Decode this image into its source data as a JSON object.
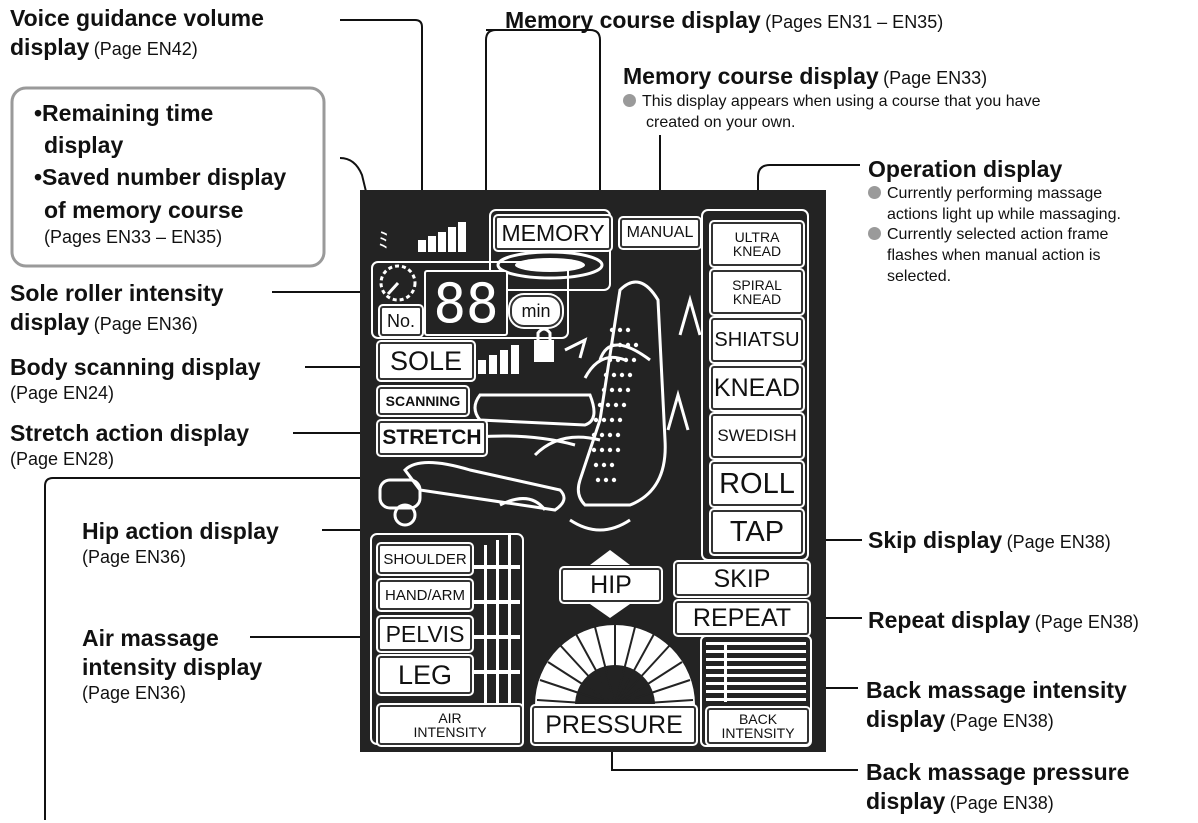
{
  "callouts": {
    "voice_guidance": {
      "title": "Voice guidance volume",
      "title2": "display",
      "page": "(Page EN42)"
    },
    "memory_course_top": {
      "title": "Memory course display",
      "page": "(Pages EN31 – EN35)"
    },
    "memory_course_manual": {
      "title": "Memory course display",
      "page": "(Page EN33)",
      "note_line1": "This display appears when using a course that you have",
      "note_line2": "created on your own."
    },
    "remaining_time_box": {
      "line1": "•Remaining time",
      "line2": "display",
      "line3": "•Saved number display",
      "line4": "of memory course",
      "page": "(Pages EN33 – EN35)"
    },
    "operation": {
      "title": "Operation display",
      "note1_line1": "Currently performing massage",
      "note1_line2": "actions light up while massaging.",
      "note2_line1": "Currently selected action frame",
      "note2_line2": "flashes when manual action is",
      "note2_line3": "selected."
    },
    "sole_roller": {
      "title": "Sole roller intensity",
      "title2": "display",
      "page": "(Page EN36)"
    },
    "body_scanning": {
      "title": "Body scanning display",
      "page": "(Page EN24)"
    },
    "stretch": {
      "title": "Stretch action display",
      "page": "(Page EN28)"
    },
    "hip_action": {
      "title": "Hip action display",
      "page": "(Page EN36)"
    },
    "skip": {
      "title": "Skip display",
      "page": "(Page EN38)"
    },
    "repeat": {
      "title": "Repeat display",
      "page": "(Page EN38)"
    },
    "air_massage": {
      "title": "Air massage",
      "title2": "intensity display",
      "page": "(Page EN36)"
    },
    "back_intensity": {
      "title": "Back massage intensity",
      "title2": "display",
      "page": "(Page EN38)"
    },
    "back_pressure": {
      "title": "Back massage pressure",
      "title2": "display",
      "page": "(Page EN38)"
    }
  },
  "lcd": {
    "memory": "MEMORY",
    "manual": "MANUAL",
    "digits": "88",
    "no": "No.",
    "min": "min",
    "sole": "SOLE",
    "scanning": "SCANNING",
    "stretch": "STRETCH",
    "actions": [
      {
        "l1": "ULTRA",
        "l2": "KNEAD"
      },
      {
        "l1": "SPIRAL",
        "l2": "KNEAD"
      },
      {
        "l1": "SHIATSU",
        "l2": ""
      },
      {
        "l1": "KNEAD",
        "l2": ""
      },
      {
        "l1": "SWEDISH",
        "l2": ""
      },
      {
        "l1": "ROLL",
        "l2": ""
      },
      {
        "l1": "TAP",
        "l2": ""
      }
    ],
    "hip": "HIP",
    "skip": "SKIP",
    "repeat": "REPEAT",
    "air_parts": [
      "SHOULDER",
      "HAND/ARM",
      "PELVIS",
      "LEG"
    ],
    "air_intensity_l1": "AIR",
    "air_intensity_l2": "INTENSITY",
    "pressure": "PRESSURE",
    "back_intensity_l1": "BACK",
    "back_intensity_l2": "INTENSITY"
  }
}
